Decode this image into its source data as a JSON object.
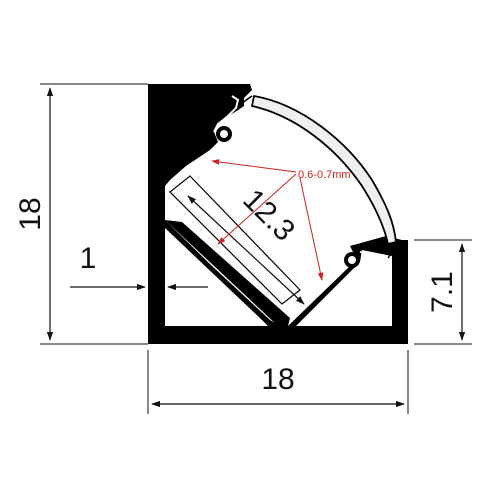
{
  "dimensions": {
    "height_left": "18",
    "width_bottom": "18",
    "height_right": "7.1",
    "wall_thickness": "1",
    "diagonal_width": "12.3"
  },
  "annotation": {
    "diffuser_thickness": "0.6-0.7mm"
  },
  "colors": {
    "profile": "#000000",
    "diffuser_fill": "#efefef",
    "dimension_lines": "#111111",
    "annotation": "#cc2222"
  }
}
